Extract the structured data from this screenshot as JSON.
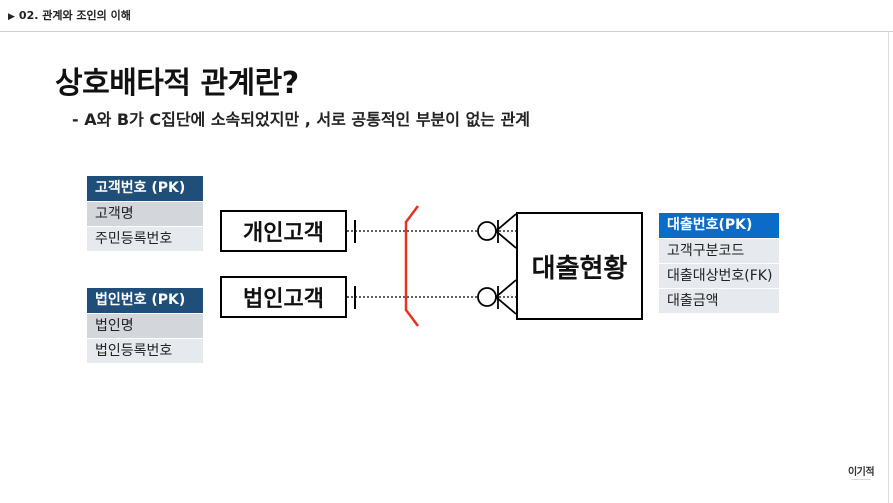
{
  "header": {
    "breadcrumb": "02. 관계와 조인의 이해"
  },
  "slide": {
    "title": "상호배타적 관계란?",
    "subtitle": "- A와 B가 C집단에 소속되었지만 , 서로 공통적인 부분이 없는 관계"
  },
  "tables": {
    "customer": {
      "header": "고객번호 (PK)",
      "rows": [
        "고객명",
        "주민등록번호"
      ]
    },
    "corporate": {
      "header": "법인번호 (PK)",
      "rows": [
        "법인명",
        "법인등록번호"
      ]
    },
    "loan": {
      "header": "대출번호(PK)",
      "rows": [
        "고객구분코드",
        "대출대상번호(FK)",
        "대출금액"
      ]
    }
  },
  "entities": {
    "personal": "개인고객",
    "corporate": "법인고객",
    "loan_status": "대출현황"
  },
  "logo": {
    "text": "이기적"
  },
  "colors": {
    "header_dark": "#1f4e79",
    "header_blue": "#0b6bc9",
    "exclusive_arc": "#e8321e"
  }
}
